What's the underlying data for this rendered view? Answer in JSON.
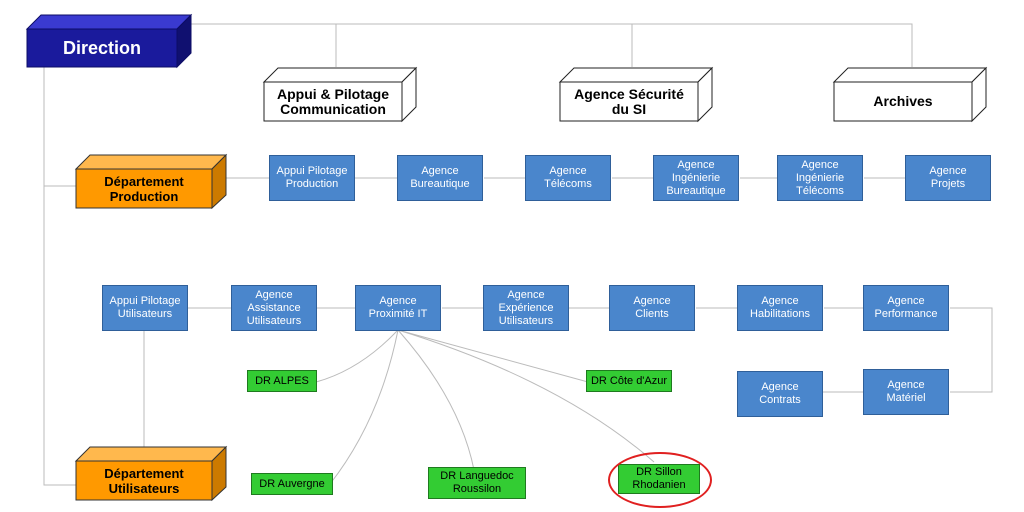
{
  "direction": {
    "label": "Direction"
  },
  "top_units": [
    {
      "label": "Appui & Pilotage\nCommunication"
    },
    {
      "label": "Agence Sécurité\ndu SI"
    },
    {
      "label": "Archives"
    }
  ],
  "dept_production": {
    "label": "Département\nProduction"
  },
  "dept_utilisateurs": {
    "label": "Département\nUtilisateurs"
  },
  "production_agencies": [
    {
      "label": "Appui Pilotage\nProduction"
    },
    {
      "label": "Agence\nBureautique"
    },
    {
      "label": "Agence\nTélécoms"
    },
    {
      "label": "Agence\nIngénierie\nBureautique"
    },
    {
      "label": "Agence\nIngénierie\nTélécoms"
    },
    {
      "label": "Agence\nProjets"
    }
  ],
  "user_agencies": [
    {
      "label": "Appui Pilotage\nUtilisateurs"
    },
    {
      "label": "Agence\nAssistance\nUtilisateurs"
    },
    {
      "label": "Agence\nProximité IT"
    },
    {
      "label": "Agence\nExpérience\nUtilisateurs"
    },
    {
      "label": "Agence\nClients"
    },
    {
      "label": "Agence\nHabilitations"
    },
    {
      "label": "Agence\nPerformance"
    },
    {
      "label": "Agence\nContrats"
    },
    {
      "label": "Agence\nMatériel"
    }
  ],
  "regional_units": [
    {
      "label": "DR ALPES"
    },
    {
      "label": "DR Côte d'Azur"
    },
    {
      "label": "DR Auvergne"
    },
    {
      "label": "DR Languedoc\nRoussilon"
    },
    {
      "label": "DR Sillon\nRhodanien"
    }
  ],
  "colors": {
    "navy": "#1a1a9c",
    "orange": "#ff9900",
    "blue_box": "#4a86cc",
    "green_box": "#33cc33",
    "highlight_ring": "#e02020"
  }
}
